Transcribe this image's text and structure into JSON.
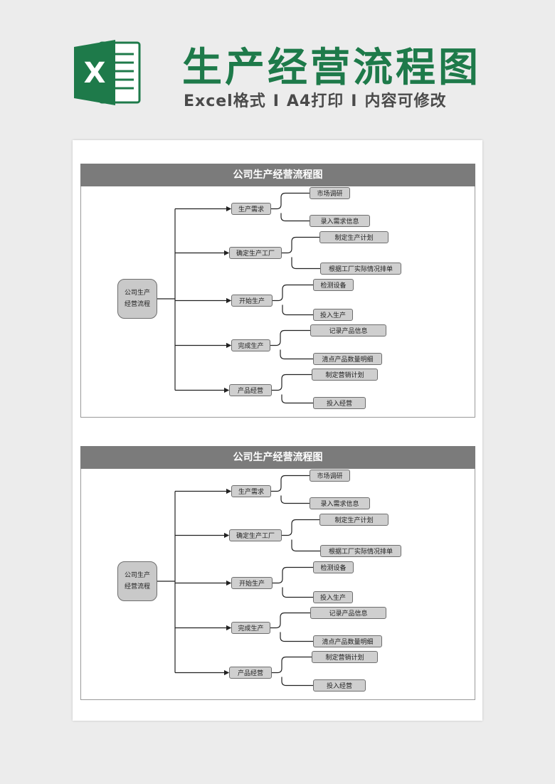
{
  "header": {
    "title": "生产经营流程图",
    "subtitle_parts": [
      "Excel格式",
      "A4打印",
      "内容可修改"
    ],
    "separator": "I",
    "logo_letter": "X",
    "brand_color": "#1e7a4a"
  },
  "sheets": [
    {
      "title": "公司生产经营流程图",
      "root": [
        "公司生产",
        "经营流程"
      ],
      "branches": [
        {
          "label": "生产需求",
          "children": [
            "市场调研",
            "录入需求信息"
          ]
        },
        {
          "label": "确定生产工厂",
          "children": [
            "制定生产计划",
            "根据工厂实际情况排单"
          ]
        },
        {
          "label": "开始生产",
          "children": [
            "检测设备",
            "投入生产"
          ]
        },
        {
          "label": "完成生产",
          "children": [
            "记录产品信息",
            "清点产品数量明细"
          ]
        },
        {
          "label": "产品经营",
          "children": [
            "制定营销计划",
            "投入经营"
          ]
        }
      ]
    },
    {
      "title": "公司生产经营流程图",
      "root": [
        "公司生产",
        "经营流程"
      ],
      "branches": [
        {
          "label": "生产需求",
          "children": [
            "市场调研",
            "录入需求信息"
          ]
        },
        {
          "label": "确定生产工厂",
          "children": [
            "制定生产计划",
            "根据工厂实际情况排单"
          ]
        },
        {
          "label": "开始生产",
          "children": [
            "检测设备",
            "投入生产"
          ]
        },
        {
          "label": "完成生产",
          "children": [
            "记录产品信息",
            "清点产品数量明细"
          ]
        },
        {
          "label": "产品经营",
          "children": [
            "制定营销计划",
            "投入经营"
          ]
        }
      ]
    }
  ]
}
